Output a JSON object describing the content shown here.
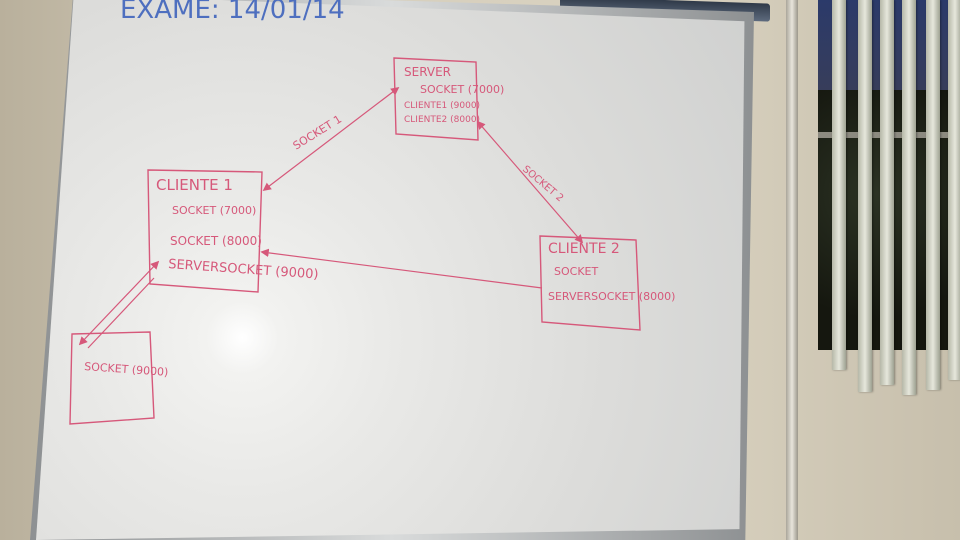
{
  "date_label": "EXAME: 14/01/14",
  "server_box": {
    "title": "SERVER",
    "line1": "SOCKET (7000)",
    "line2": "CLIENTE1 (9000)",
    "line3": "CLIENTE2 (8000)"
  },
  "client1_box": {
    "title": "CLIENTE 1",
    "line1": "SOCKET (7000)",
    "line2": "SOCKET (8000)",
    "line3": "SERVERSOCKET (9000)"
  },
  "client2_box": {
    "title": "CLIENTE 2",
    "line1": "SOCKET",
    "line2": "SERVERSOCKET (8000)"
  },
  "socket_box": {
    "line1": "SOCKET (9000)"
  },
  "arrow_labels": {
    "socket1": "SOCKET 1",
    "socket2": "SOCKET 2"
  },
  "colors": {
    "marker_red": "#d6587a",
    "marker_blue": "#4e6fbf"
  }
}
